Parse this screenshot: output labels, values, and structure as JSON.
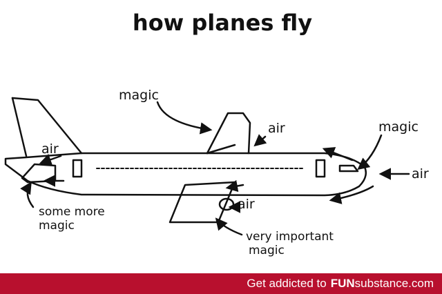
{
  "title": "how planes fly",
  "labels": {
    "magic_top": "magic",
    "air_top": "air",
    "magic_nose": "magic",
    "air_nose": "air",
    "air_tail": "air",
    "some_more_magic_1": "some more",
    "some_more_magic_2": "magic",
    "air_wing": "air",
    "very_important_1": "very important",
    "very_important_2": "magic"
  },
  "footer": {
    "tagline": "Get addicted to",
    "brand_fun": "FUN",
    "brand_rest": "substance.com"
  },
  "colors": {
    "ink": "#111111",
    "footer_bg": "#b8102e",
    "footer_text": "#ffffff"
  }
}
